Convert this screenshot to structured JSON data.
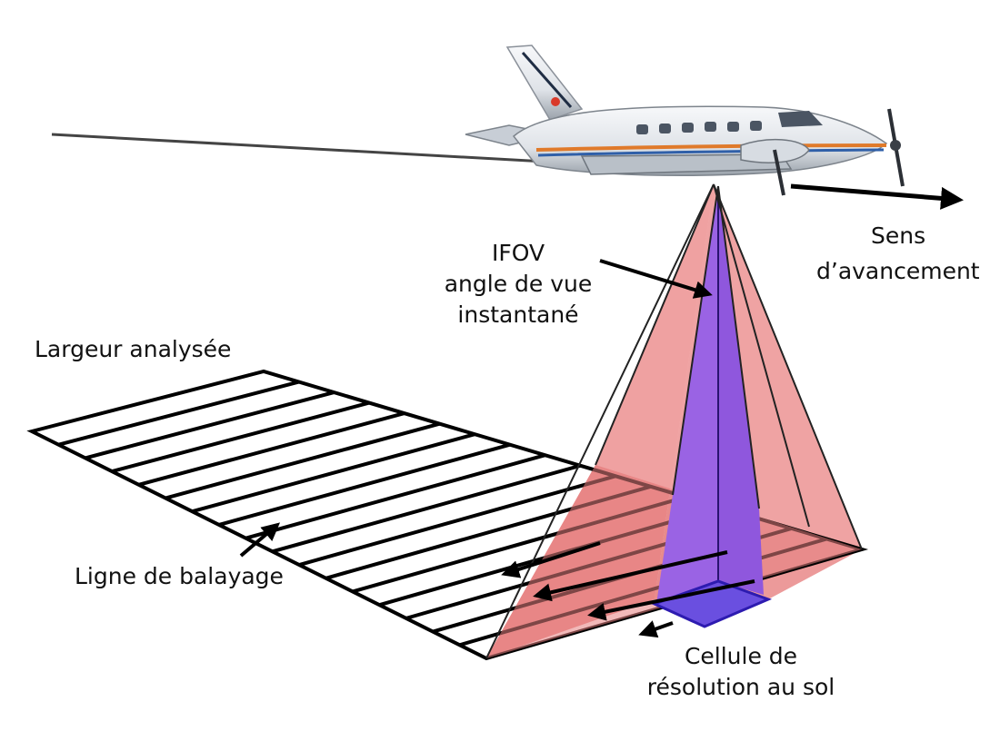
{
  "labels": {
    "direction": [
      "Sens",
      "d’avancement"
    ],
    "ifov": [
      "IFOV",
      "angle de vue",
      "instantané"
    ],
    "swath_width": "Largeur analysée",
    "scan_line": "Ligne de balayage",
    "ground_cell": [
      "Cellule de",
      "résolution au sol"
    ]
  },
  "colors": {
    "fov_fill": "#eb8f8f",
    "fov_edge": "#c24a4a",
    "ifov_fill": "#9b64e6",
    "ground_cell": "#6a4fe0",
    "ground_cell_edge": "#2d1bb0",
    "lines": "#000000",
    "aircraft_body": "#e9ecef",
    "aircraft_stripe_orange": "#e07a2a",
    "aircraft_stripe_blue": "#2f5fa8"
  },
  "icons": [
    "aircraft-icon",
    "direction-arrow-icon",
    "scan-arrow-icon"
  ]
}
